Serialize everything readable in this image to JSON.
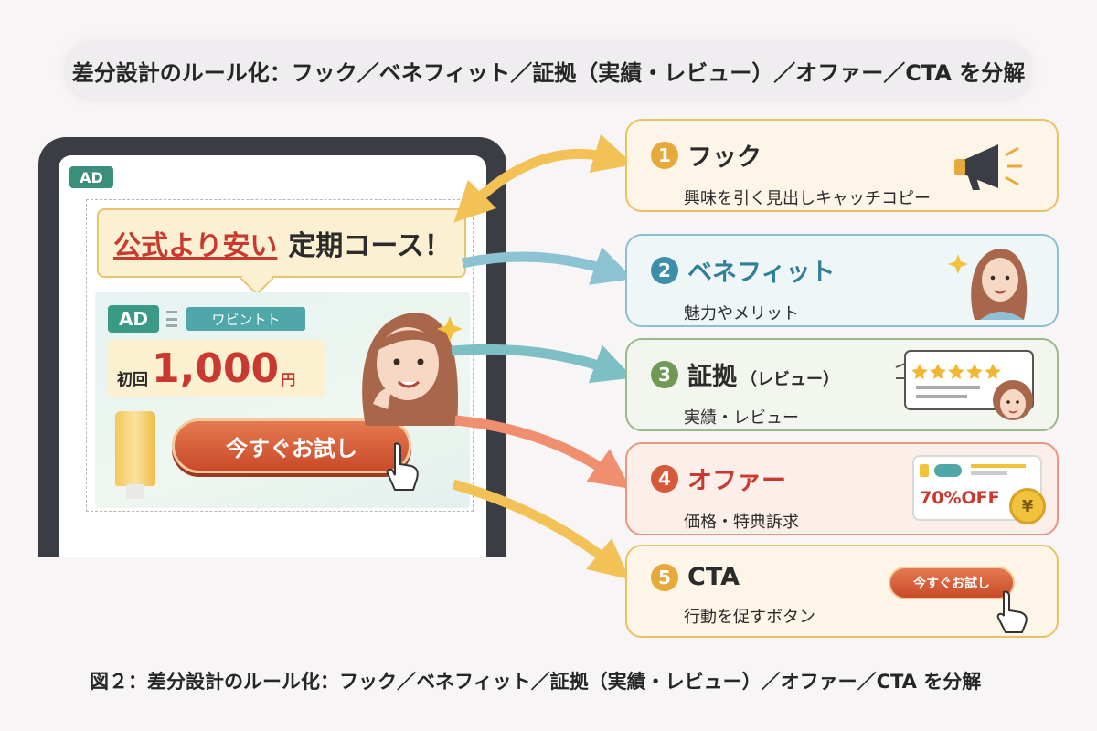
{
  "title": "差分設計のルール化：フック／ベネフィット／証拠（実績・レビュー）／オファー／CTA を分解",
  "phone": {
    "ad_badge": "AD",
    "hook": {
      "highlight": "公式より安い",
      "rest": "定期コース！"
    },
    "creative": {
      "ad_label": "AD",
      "tag": "ワビントト",
      "price_label": "初回",
      "price_value": "1,000",
      "price_unit": "円",
      "cta": "今すぐお試し"
    }
  },
  "cards": [
    {
      "num": "1",
      "title": "フック",
      "title_sub": "",
      "desc": "興味を引く見出しキャッチコピー",
      "color": "#e7a93a",
      "bg": "#fdf6e8",
      "icon": "megaphone-icon"
    },
    {
      "num": "2",
      "title": "ベネフィット",
      "title_sub": "",
      "desc": "魅力やメリット",
      "color": "#3b8fa8",
      "bg": "#eef6f8",
      "icon": "woman-icon"
    },
    {
      "num": "3",
      "title": "証拠",
      "title_sub": "（レビュー）",
      "desc": "実績・レビュー",
      "color": "#6f9a55",
      "bg": "#f2f6ee",
      "icon": "review-icon"
    },
    {
      "num": "4",
      "title": "オファー",
      "title_sub": "",
      "desc": "価格・特典訴求",
      "color": "#d65a3a",
      "bg": "#fcefea",
      "icon": "coupon-icon"
    },
    {
      "num": "5",
      "title": "CTA",
      "title_sub": "",
      "desc": "行動を促すボタン",
      "color": "#e7a93a",
      "bg": "#fdf6e8",
      "icon": "cta-button-icon"
    }
  ],
  "offer_text": "70%OFF",
  "coin_symbol": "¥",
  "mini_cta": "今すぐお試し",
  "caption": "図２：差分設計のルール化：フック／ベネフィット／証拠（実績・レビュー）／オファー／CTA を分解"
}
